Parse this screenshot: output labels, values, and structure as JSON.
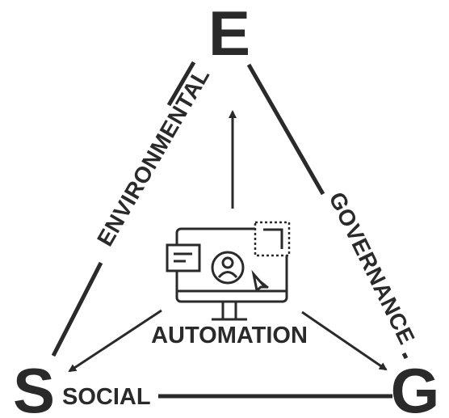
{
  "corners": {
    "top": "E",
    "left": "S",
    "right": "G"
  },
  "edges": {
    "left": "ENVIRONMENTAL",
    "right": "GOVERNANCE",
    "bottom": "SOCIAL"
  },
  "center": {
    "label": "AUTOMATION",
    "icon": "computer-automation-icon"
  },
  "colors": {
    "ink": "#2a2a2a",
    "background": "#ffffff"
  }
}
